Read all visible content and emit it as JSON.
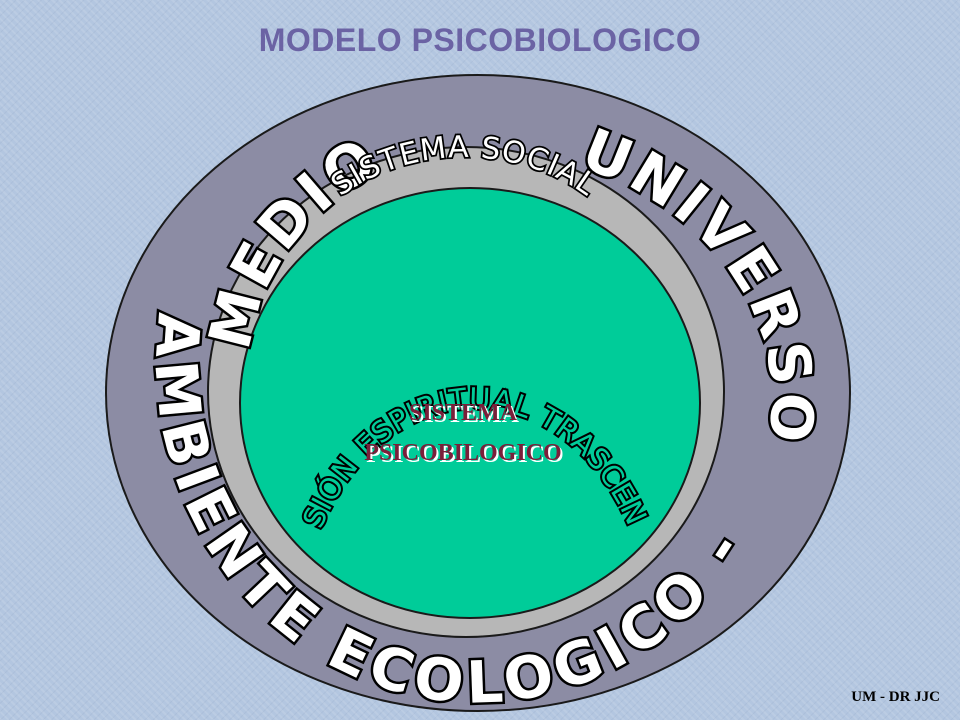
{
  "title": "MODELO PSICOBIOLOGICO",
  "rings": {
    "outer": {
      "text_top_left": "MEDIO",
      "text_top_right": "UNIVERSO",
      "text_bottom": "AMBIENTE ECOLOGICO -",
      "color": "#8c8ca4"
    },
    "middle": {
      "text": "SISTEMA SOCIAL",
      "color": "#b7b7b7"
    },
    "inner": {
      "text": "DIMENSIÓN ESPIRITUAL TRASCENDENTE",
      "color": "#00cc99"
    }
  },
  "core": {
    "line1": "SISTEMA",
    "line2": "PSICOBILOGICO",
    "color": "#7a1f3a"
  },
  "footer": "UM - DR JJC"
}
